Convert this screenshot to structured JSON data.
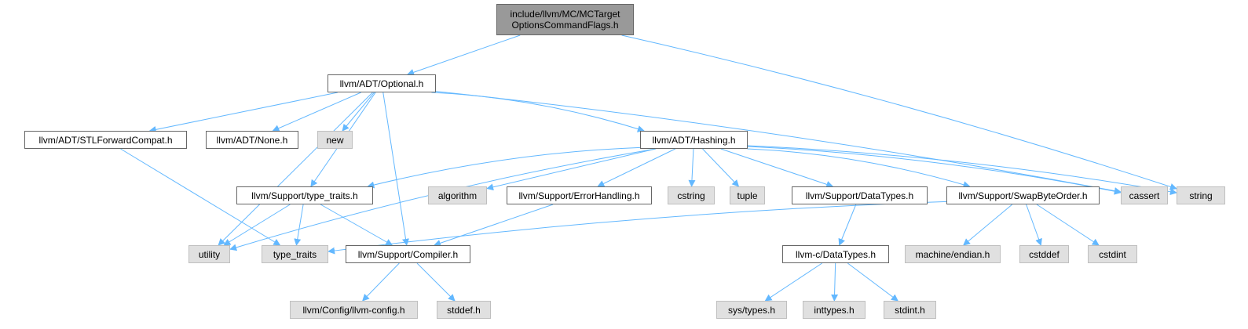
{
  "graph": {
    "colors": {
      "edge": "#63b8ff",
      "root_fill": "#999999",
      "local_border": "#666666",
      "system_fill": "#e0e0e0",
      "system_border": "#bfbfbf"
    },
    "nodes": [
      {
        "id": "root",
        "label": "include/llvm/MC/MCTarget\nOptionsCommandFlags.h",
        "kind": "root"
      },
      {
        "id": "optional",
        "label": "llvm/ADT/Optional.h",
        "kind": "local"
      },
      {
        "id": "stlfwd",
        "label": "llvm/ADT/STLForwardCompat.h",
        "kind": "local"
      },
      {
        "id": "none",
        "label": "llvm/ADT/None.h",
        "kind": "local"
      },
      {
        "id": "new",
        "label": "new",
        "kind": "system"
      },
      {
        "id": "hashing",
        "label": "llvm/ADT/Hashing.h",
        "kind": "local"
      },
      {
        "id": "typetraits_h",
        "label": "llvm/Support/type_traits.h",
        "kind": "local"
      },
      {
        "id": "algorithm",
        "label": "algorithm",
        "kind": "system"
      },
      {
        "id": "errorhandling",
        "label": "llvm/Support/ErrorHandling.h",
        "kind": "local"
      },
      {
        "id": "cstring",
        "label": "cstring",
        "kind": "system"
      },
      {
        "id": "tuple",
        "label": "tuple",
        "kind": "system"
      },
      {
        "id": "datatypes",
        "label": "llvm/Support/DataTypes.h",
        "kind": "local"
      },
      {
        "id": "swapbyteorder",
        "label": "llvm/Support/SwapByteOrder.h",
        "kind": "local"
      },
      {
        "id": "cassert",
        "label": "cassert",
        "kind": "system"
      },
      {
        "id": "string",
        "label": "string",
        "kind": "system"
      },
      {
        "id": "utility",
        "label": "utility",
        "kind": "system"
      },
      {
        "id": "type_traits",
        "label": "type_traits",
        "kind": "system"
      },
      {
        "id": "compiler",
        "label": "llvm/Support/Compiler.h",
        "kind": "local"
      },
      {
        "id": "c_datatypes",
        "label": "llvm-c/DataTypes.h",
        "kind": "local"
      },
      {
        "id": "endian",
        "label": "machine/endian.h",
        "kind": "system"
      },
      {
        "id": "cstddef",
        "label": "cstddef",
        "kind": "system"
      },
      {
        "id": "cstdint",
        "label": "cstdint",
        "kind": "system"
      },
      {
        "id": "llvmconfig",
        "label": "llvm/Config/llvm-config.h",
        "kind": "system"
      },
      {
        "id": "stddef",
        "label": "stddef.h",
        "kind": "system"
      },
      {
        "id": "systypes",
        "label": "sys/types.h",
        "kind": "system"
      },
      {
        "id": "inttypes",
        "label": "inttypes.h",
        "kind": "system"
      },
      {
        "id": "stdint",
        "label": "stdint.h",
        "kind": "system"
      }
    ],
    "edges": [
      [
        "root",
        "optional"
      ],
      [
        "root",
        "string"
      ],
      [
        "optional",
        "stlfwd"
      ],
      [
        "optional",
        "none"
      ],
      [
        "optional",
        "new"
      ],
      [
        "optional",
        "hashing"
      ],
      [
        "optional",
        "typetraits_h"
      ],
      [
        "optional",
        "compiler"
      ],
      [
        "optional",
        "utility"
      ],
      [
        "optional",
        "cassert"
      ],
      [
        "stlfwd",
        "type_traits"
      ],
      [
        "hashing",
        "typetraits_h"
      ],
      [
        "hashing",
        "algorithm"
      ],
      [
        "hashing",
        "errorhandling"
      ],
      [
        "hashing",
        "cstring"
      ],
      [
        "hashing",
        "tuple"
      ],
      [
        "hashing",
        "datatypes"
      ],
      [
        "hashing",
        "swapbyteorder"
      ],
      [
        "hashing",
        "cassert"
      ],
      [
        "hashing",
        "string"
      ],
      [
        "hashing",
        "utility"
      ],
      [
        "typetraits_h",
        "utility"
      ],
      [
        "typetraits_h",
        "type_traits"
      ],
      [
        "typetraits_h",
        "compiler"
      ],
      [
        "errorhandling",
        "compiler"
      ],
      [
        "datatypes",
        "c_datatypes"
      ],
      [
        "swapbyteorder",
        "type_traits"
      ],
      [
        "swapbyteorder",
        "endian"
      ],
      [
        "swapbyteorder",
        "cstddef"
      ],
      [
        "swapbyteorder",
        "cstdint"
      ],
      [
        "compiler",
        "llvmconfig"
      ],
      [
        "compiler",
        "stddef"
      ],
      [
        "c_datatypes",
        "systypes"
      ],
      [
        "c_datatypes",
        "inttypes"
      ],
      [
        "c_datatypes",
        "stdint"
      ]
    ]
  }
}
